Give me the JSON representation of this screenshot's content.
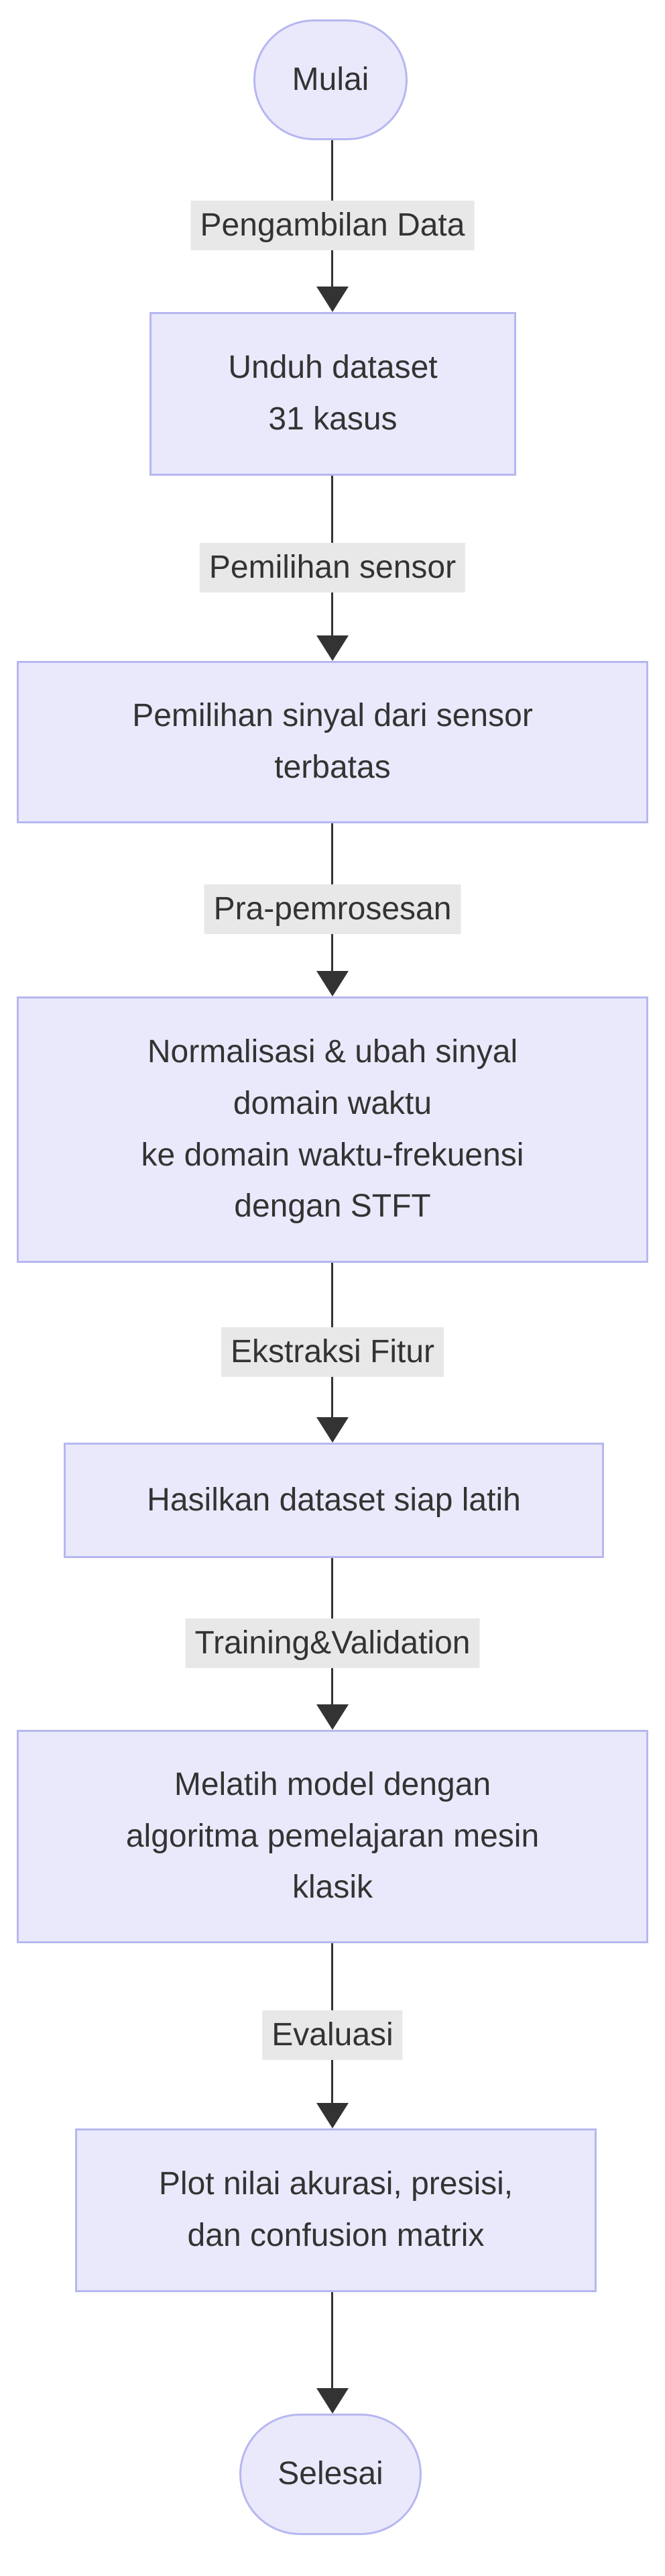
{
  "diagram": {
    "type": "flowchart-top-down",
    "colors": {
      "background": "#ffffff",
      "node_fill": "#e9e9fb",
      "node_border": "#b6b7f0",
      "edge_line": "#333333",
      "edge_label_bg": "#e8e8e8",
      "text": "#333333"
    },
    "nodes": {
      "start": {
        "shape": "stadium",
        "label": "Mulai"
      },
      "step1": {
        "shape": "rect",
        "lines": [
          "Unduh dataset",
          "31 kasus"
        ]
      },
      "step2": {
        "shape": "rect",
        "lines": [
          "Pemilihan sinyal dari sensor",
          "terbatas"
        ]
      },
      "step3": {
        "shape": "rect",
        "lines": [
          "Normalisasi & ubah sinyal",
          "domain waktu",
          "ke domain waktu-frekuensi",
          "dengan STFT"
        ]
      },
      "step4": {
        "shape": "rect",
        "lines": [
          "Hasilkan dataset siap latih"
        ]
      },
      "step5": {
        "shape": "rect",
        "lines": [
          "Melatih model dengan",
          "algoritma pemelajaran mesin",
          "klasik"
        ]
      },
      "step6": {
        "shape": "rect",
        "lines": [
          "Plot nilai akurasi, presisi,",
          "dan confusion matrix"
        ]
      },
      "end": {
        "shape": "stadium",
        "label": "Selesai"
      }
    },
    "edge_labels": [
      "Pengambilan Data",
      "Pemilihan sensor",
      "Pra-pemrosesan",
      "Ekstraksi Fitur",
      "Training&Validation",
      "Evaluasi"
    ]
  }
}
